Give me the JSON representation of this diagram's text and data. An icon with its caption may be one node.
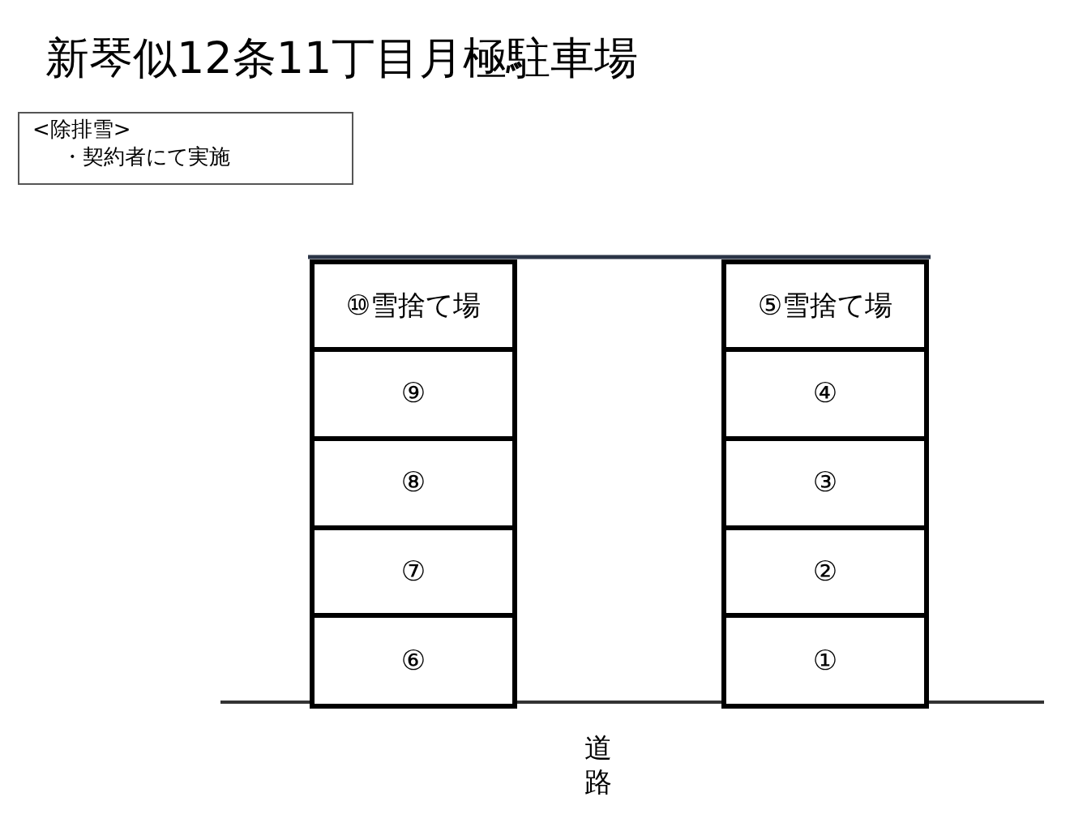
{
  "diagram": {
    "title": "新琴似12条11丁目月極駐車場",
    "nodes": [
      {
        "text": [
          "<除排雪>",
          "・契約者にて実施"
        ]
      },
      {
        "text": [
          "⑩雪捨て場"
        ]
      },
      {
        "text": [
          "⑤雪捨て場"
        ]
      },
      {
        "text": [
          "⑨"
        ]
      },
      {
        "text": [
          "④"
        ]
      },
      {
        "text": [
          "⑧"
        ]
      },
      {
        "text": [
          "③"
        ]
      },
      {
        "text": [
          "⑦"
        ]
      },
      {
        "text": [
          "②"
        ]
      },
      {
        "text": [
          "⑥"
        ]
      },
      {
        "text": [
          "①"
        ]
      }
    ],
    "edges": [],
    "labels": [
      "道路"
    ]
  }
}
